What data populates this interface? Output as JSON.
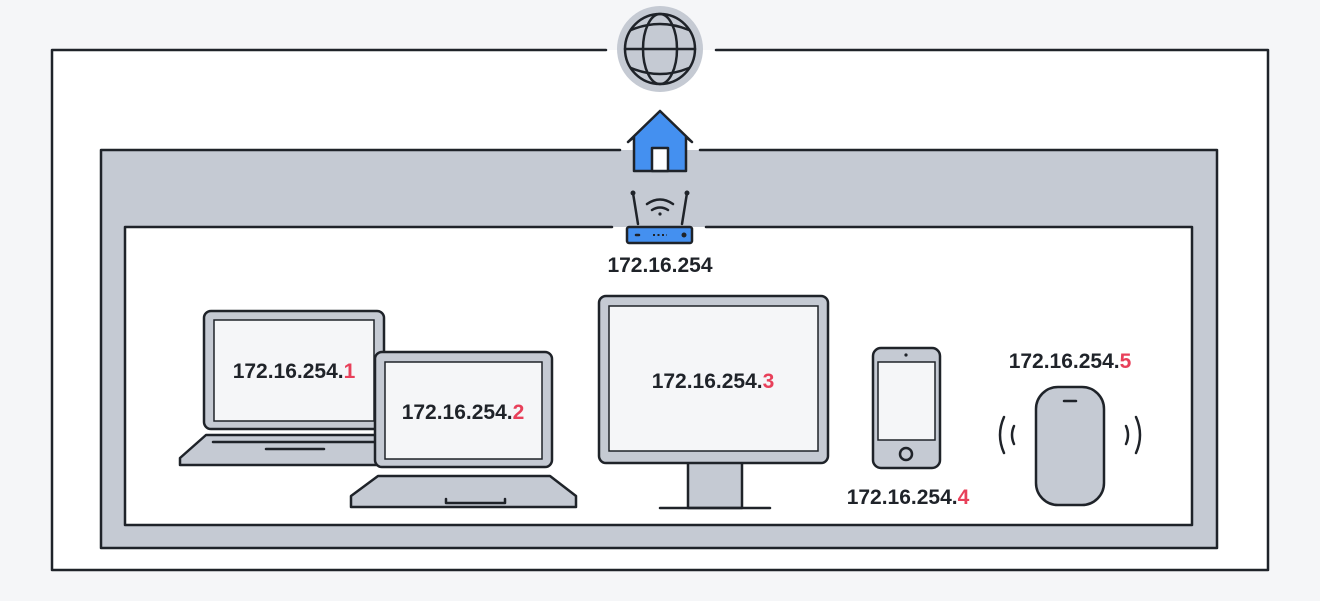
{
  "colors": {
    "background": "#f5f6f8",
    "zone_gray": "#c5cad3",
    "stroke": "#1f2329",
    "accent_blue": "#4490f0",
    "highlight_red": "#e8405a",
    "screen": "#f5f6f8"
  },
  "icons": {
    "internet": "globe-icon",
    "home": "house-icon",
    "router": "wifi-router-icon"
  },
  "router": {
    "label": "172.16.254"
  },
  "devices": [
    {
      "type": "laptop",
      "prefix": "172.16.254.",
      "suffix": "1"
    },
    {
      "type": "laptop",
      "prefix": "172.16.254.",
      "suffix": "2"
    },
    {
      "type": "desktop-monitor",
      "prefix": "172.16.254.",
      "suffix": "3"
    },
    {
      "type": "smartphone",
      "prefix": "172.16.254.",
      "suffix": "4"
    },
    {
      "type": "smart-speaker",
      "prefix": "172.16.254.",
      "suffix": "5"
    }
  ]
}
